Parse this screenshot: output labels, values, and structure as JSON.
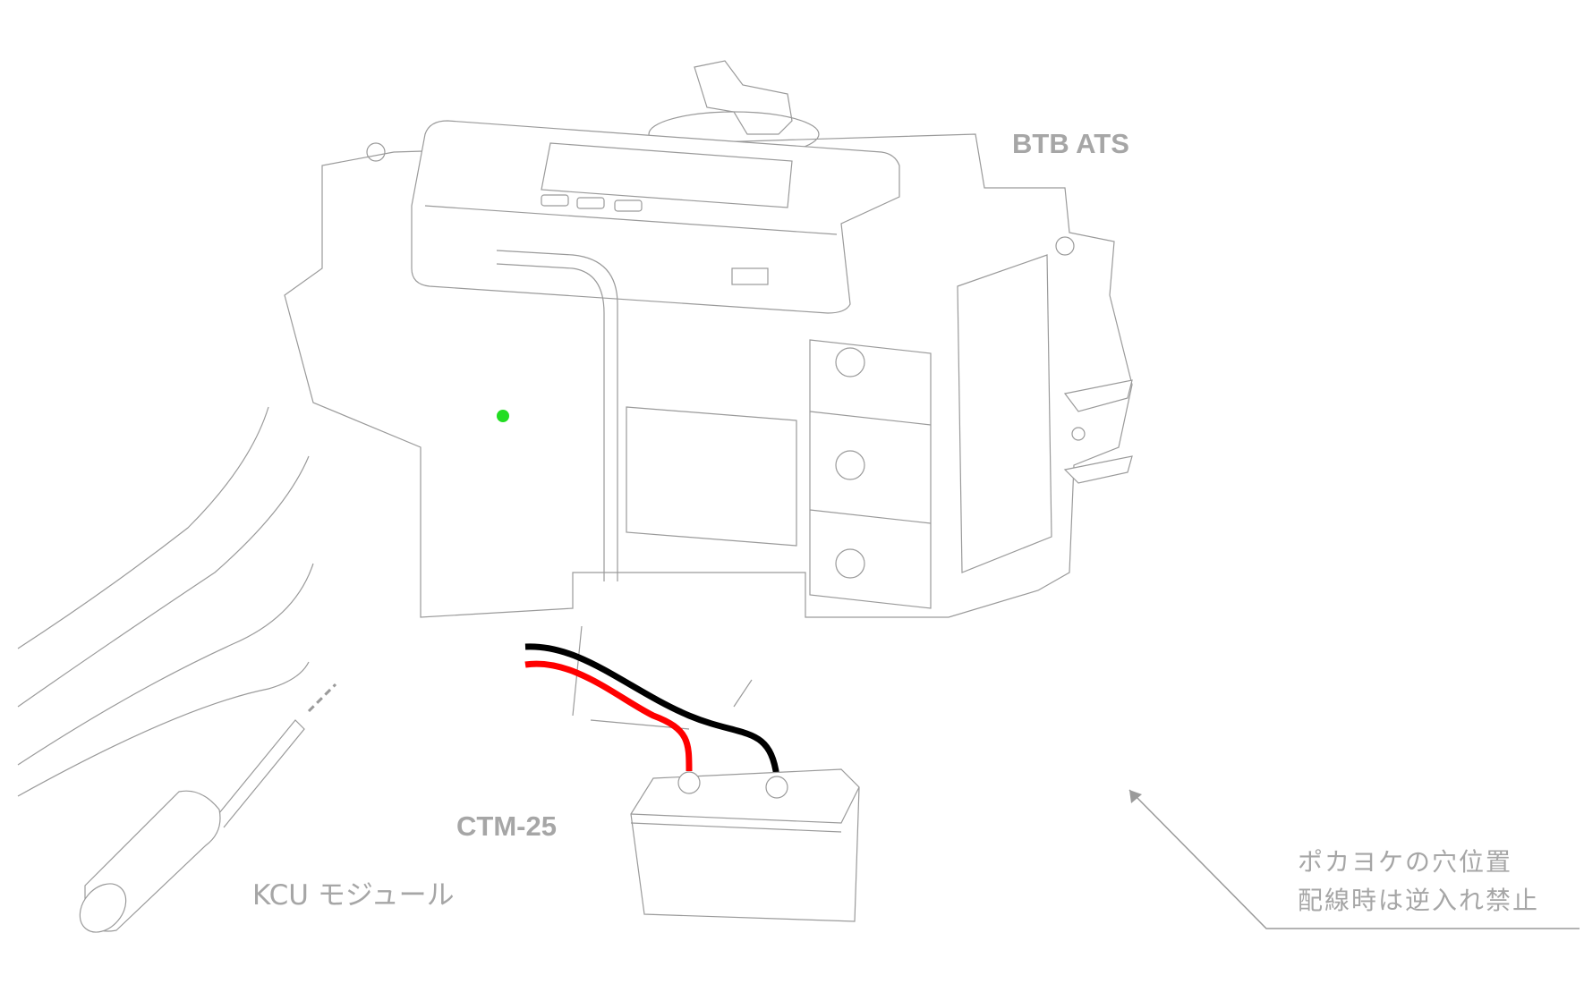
{
  "labels": {
    "ats": "BTB ATS",
    "ctm": "CTM-25",
    "kcu": "KCU モジュール",
    "note_line1": "ポカヨケの穴位置",
    "note_line2": "配線時は逆入れ禁止"
  },
  "colors": {
    "label_gray": "#a6a6a6",
    "wire_red": "#ff0000",
    "wire_black": "#000000",
    "marker_green": "#22dd22"
  }
}
